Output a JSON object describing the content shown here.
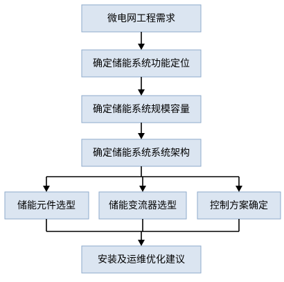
{
  "diagram": {
    "nodes": {
      "microgrid_requirements": "微电网工程需求",
      "storage_positioning": "确定储能系统功能定位",
      "storage_capacity": "确定储能系统规模容量",
      "storage_architecture": "确定储能系统系统架构",
      "storage_component_selection": "储能元件选型",
      "converter_selection": "储能变流器选型",
      "control_scheme": "控制方案确定",
      "installation_optimization": "安装及运维优化建议"
    }
  }
}
